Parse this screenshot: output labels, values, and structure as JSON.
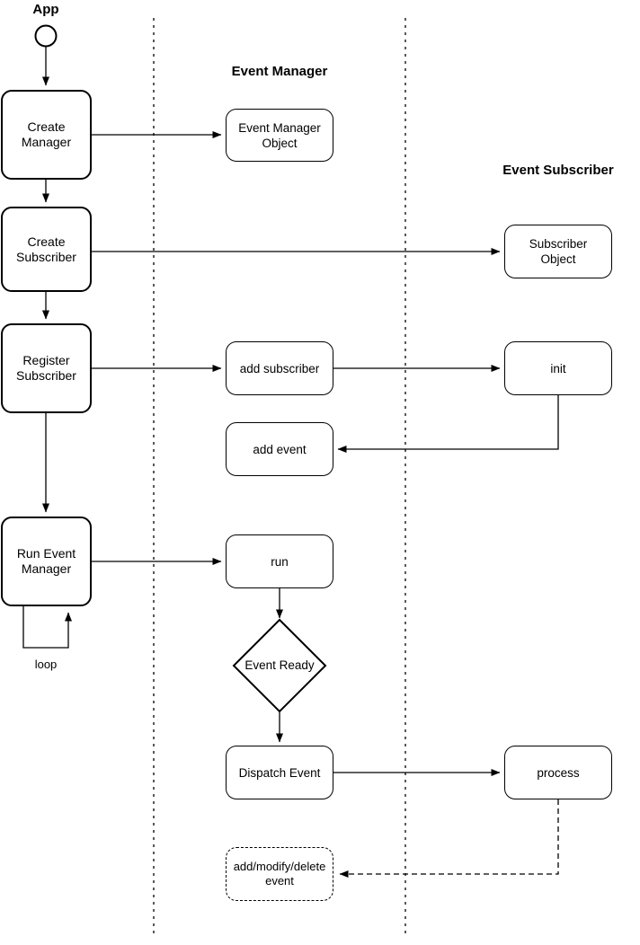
{
  "diagram": {
    "title_lane_app": "App",
    "title_lane_event_manager": "Event Manager",
    "title_lane_event_subscriber": "Event Subscriber",
    "start_node": "start-circle",
    "app_steps": [
      {
        "label": "Create\nManager"
      },
      {
        "label": "Create\nSubscriber"
      },
      {
        "label": "Register\nSubscriber"
      },
      {
        "label": "Run Event\nManager"
      }
    ],
    "loop_label": "loop",
    "manager_nodes": [
      {
        "label": "Event Manager\nObject"
      },
      {
        "label": "add subscriber"
      },
      {
        "label": "add event"
      },
      {
        "label": "run"
      },
      {
        "label": "Dispatch Event"
      },
      {
        "label": "add/modify/delete\nevent"
      }
    ],
    "decision": {
      "label": "Event Ready"
    },
    "subscriber_nodes": [
      {
        "label": "Subscriber\nObject"
      },
      {
        "label": "init"
      },
      {
        "label": "process"
      }
    ],
    "colors": {
      "stroke": "#000000",
      "fill": "#ffffff",
      "text": "#000000"
    }
  }
}
